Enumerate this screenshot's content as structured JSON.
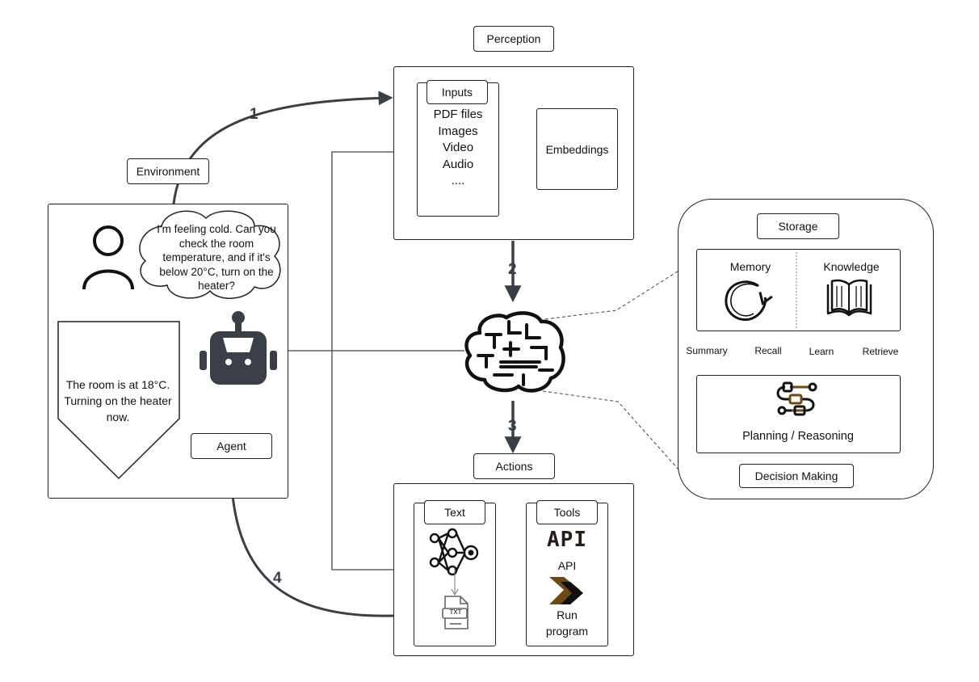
{
  "labels": {
    "perception": "Perception",
    "environment": "Environment",
    "inputs": "Inputs",
    "embeddings": "Embeddings",
    "storage": "Storage",
    "memory": "Memory",
    "knowledge": "Knowledge",
    "summary": "Summary",
    "recall": "Recall",
    "learn": "Learn",
    "retrieve": "Retrieve",
    "planning": "Planning / Reasoning",
    "decision_making": "Decision Making",
    "actions": "Actions",
    "text": "Text",
    "tools": "Tools",
    "api_logo": "API",
    "api": "API",
    "run_program": "Run program",
    "agent": "Agent",
    "txt_file": "TXT"
  },
  "inputs_list": [
    "PDF files",
    "Images",
    "Video",
    "Audio",
    "...."
  ],
  "user_bubble": "I'm feeling cold. Can you check the room temperature, and if it's below 20°C, turn on the heater?",
  "agent_reply": "The room is at 18°C. Turning on the heater now.",
  "steps": [
    "1",
    "2",
    "3",
    "4"
  ],
  "colors": {
    "line": "#3a3f47",
    "ink": "#111111",
    "brown": "#6b4a16"
  },
  "icons": [
    "user-icon",
    "robot-icon",
    "brain-icon",
    "memory-cycle-icon",
    "book-icon",
    "flowchart-icon",
    "neural-network-icon",
    "txt-file-icon",
    "run-chevron-icon"
  ]
}
